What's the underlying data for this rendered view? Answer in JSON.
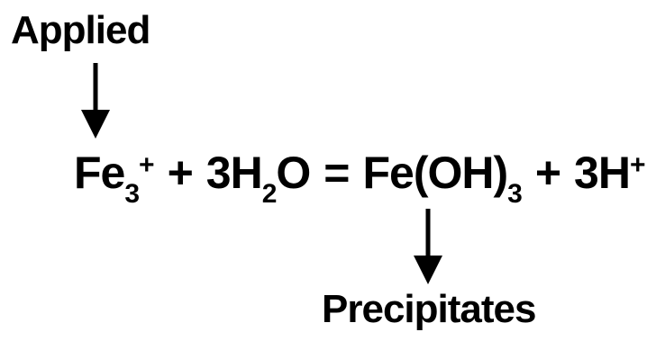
{
  "labels": {
    "applied": "Applied",
    "precipitates": "Precipitates"
  },
  "equation": {
    "reactant_ion": "Fe",
    "reactant_ion_sub": "3",
    "reactant_ion_sup": "+",
    "plus_1": "+",
    "water_coef_formula_a": "3H",
    "water_sub": "2",
    "water_formula_b": "O",
    "equals": "=",
    "hydroxide": "Fe(OH)",
    "hydroxide_sub": "3",
    "plus_2": "+",
    "proton": "3H",
    "proton_sup": "+"
  },
  "colors": {
    "text": "#000000",
    "background": "#ffffff"
  },
  "icons": {
    "top_arrow": "arrow-down-icon",
    "bottom_arrow": "arrow-down-icon"
  }
}
